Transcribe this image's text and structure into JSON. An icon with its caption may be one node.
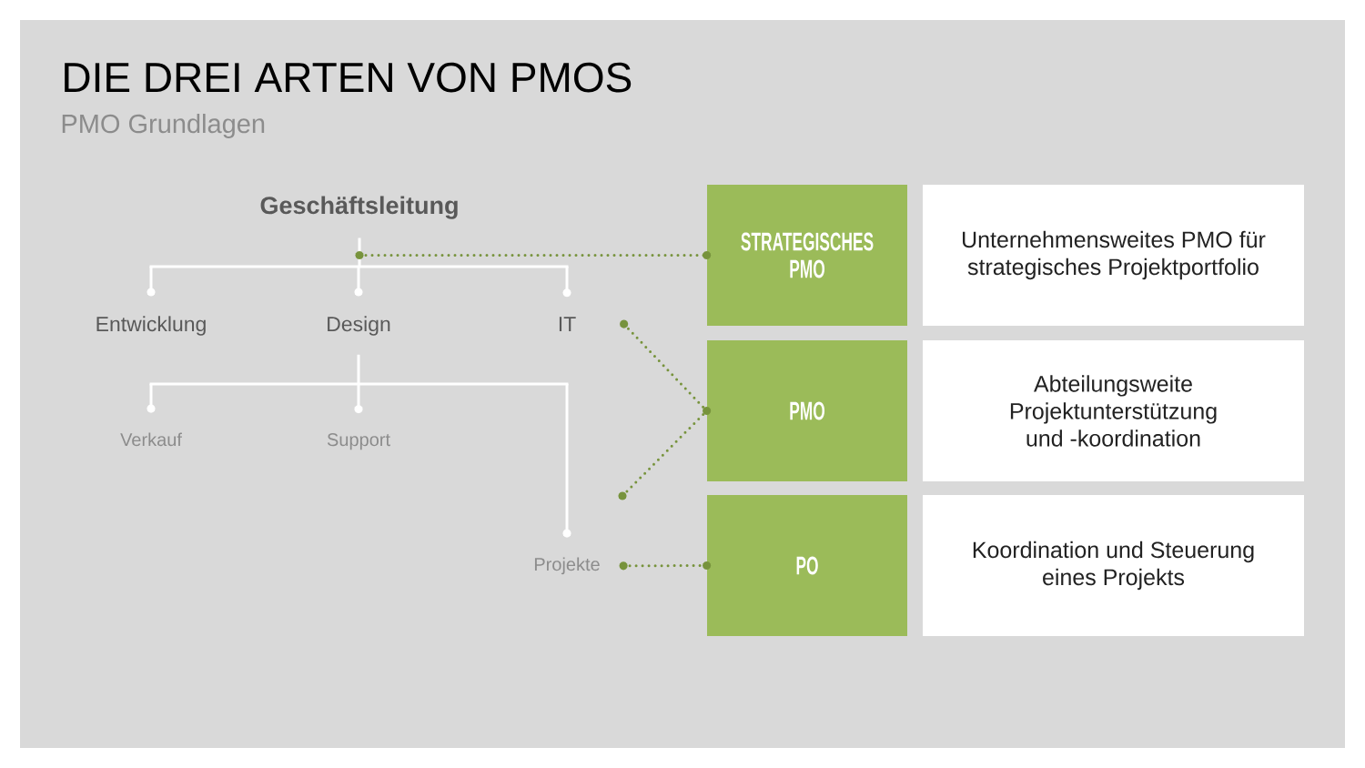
{
  "diagram": {
    "title": "DIE DREI ARTEN VON PMOS",
    "nodes": [
      {
        "text": [
          "Geschäftsleitung"
        ]
      },
      {
        "text": [
          "Entwicklung"
        ]
      },
      {
        "text": [
          "Design"
        ]
      },
      {
        "text": [
          "IT"
        ]
      },
      {
        "text": [
          "Verkauf"
        ]
      },
      {
        "text": [
          "Support"
        ]
      },
      {
        "text": [
          "Projekte"
        ]
      },
      {
        "text": [
          "STRATEGISCHES PMO"
        ]
      },
      {
        "text": [
          "Unternehmensweites PMO für strategisches Projektportfolio"
        ]
      },
      {
        "text": [
          "PMO"
        ]
      },
      {
        "text": [
          "Abteilungsweite Projektunterstützung und -koordination"
        ]
      },
      {
        "text": [
          "PO"
        ]
      },
      {
        "text": [
          "Koordination und Steuerung eines Projekts"
        ]
      }
    ],
    "edges": [
      {
        "from": 0,
        "to": 1,
        "arrow": "other"
      },
      {
        "from": 0,
        "to": 2,
        "arrow": "other"
      },
      {
        "from": 0,
        "to": 3,
        "arrow": "other"
      },
      {
        "from": 2,
        "to": 4,
        "arrow": "other"
      },
      {
        "from": 2,
        "to": 5,
        "arrow": "other"
      },
      {
        "from": 2,
        "to": 6,
        "arrow": "other"
      },
      {
        "from": 0,
        "to": 7,
        "arrow": "other",
        "style": "dashed",
        "color": "#77933c"
      },
      {
        "from": 3,
        "to": 9,
        "arrow": "other",
        "style": "dashed",
        "color": "#77933c"
      },
      {
        "from": null,
        "to": 9,
        "arrow": "other",
        "style": "dashed",
        "color": "#77933c"
      },
      {
        "from": 6,
        "to": 11,
        "arrow": "other",
        "style": "dashed",
        "color": "#77933c"
      }
    ],
    "labels": [
      "PMO Grundlagen"
    ]
  }
}
